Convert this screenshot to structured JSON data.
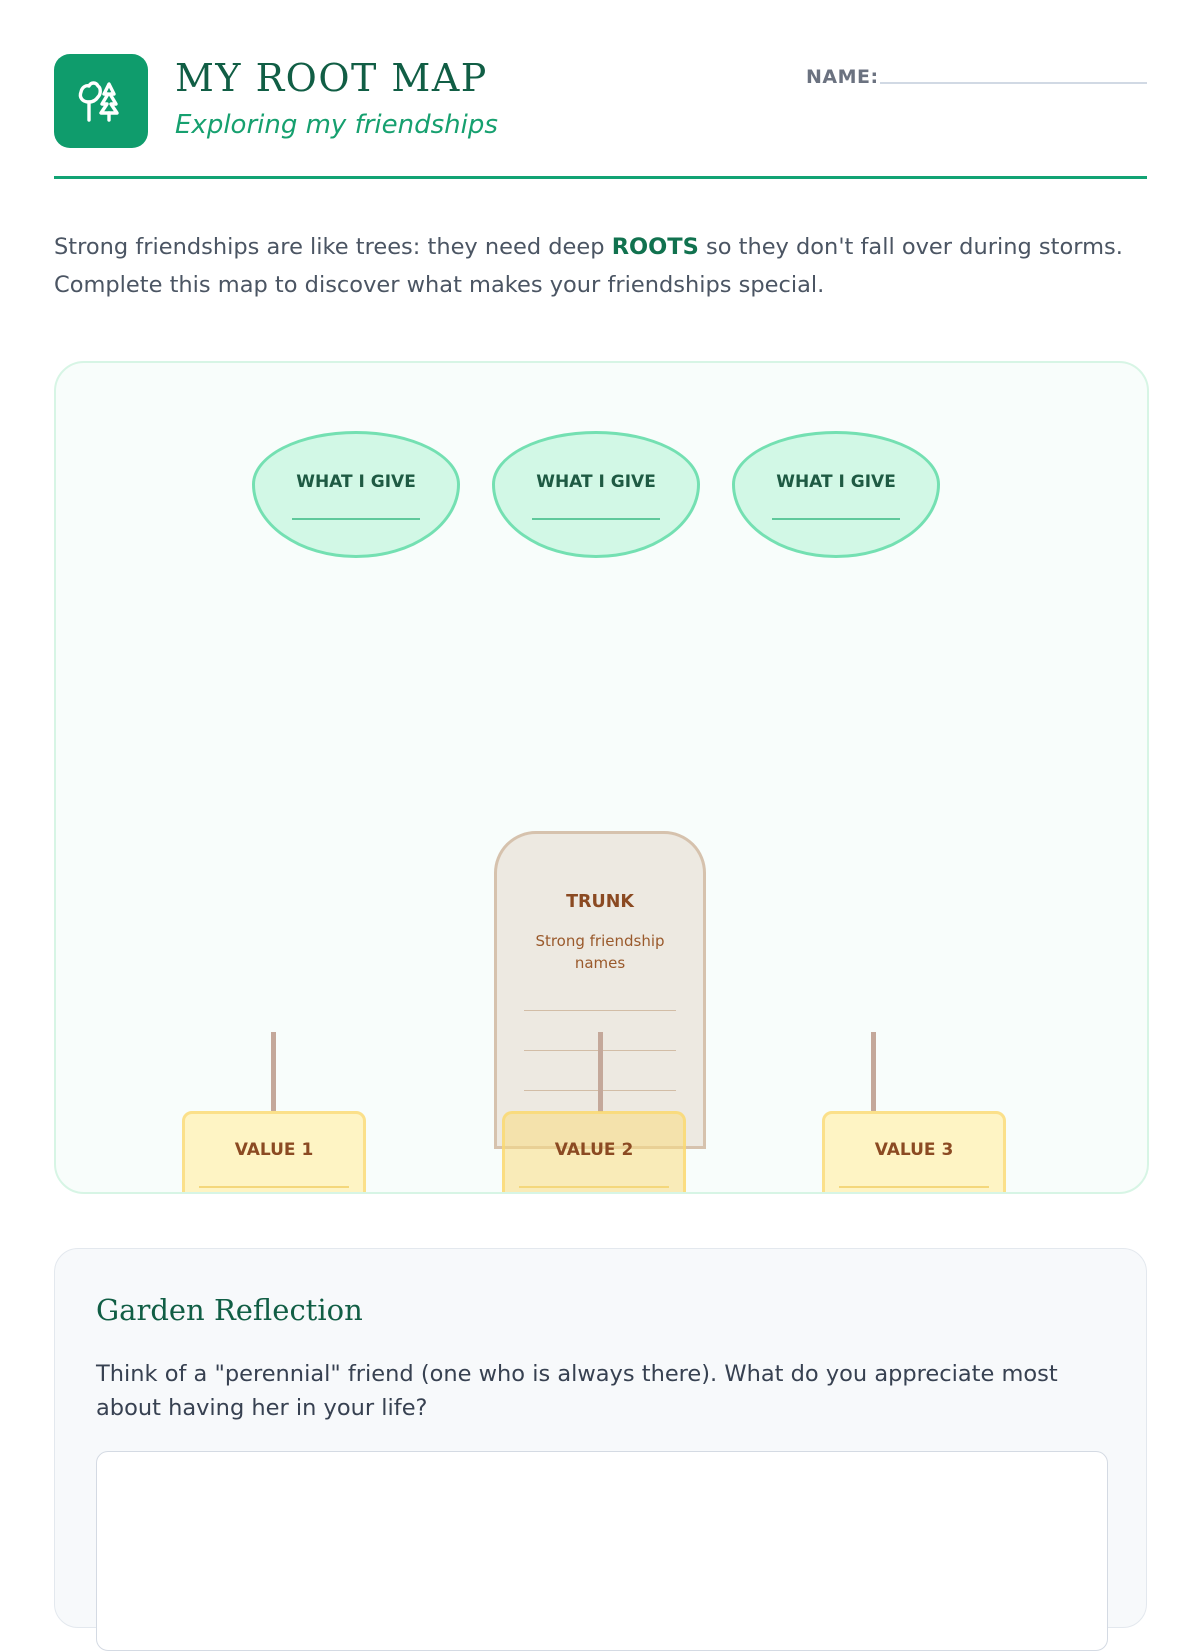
{
  "header": {
    "title": "MY ROOT MAP",
    "subtitle": "Exploring my friendships",
    "name_label": "NAME:",
    "logo_icon": "tree-icon"
  },
  "intro": {
    "text_before": "Strong friendships are like trees: they need deep ",
    "highlight": "ROOTS",
    "text_after": " so they don't fall over during storms. Complete this map to discover what makes your friendships special."
  },
  "map": {
    "leaves": [
      {
        "label": "WHAT I GIVE"
      },
      {
        "label": "WHAT I GIVE"
      },
      {
        "label": "WHAT I GIVE"
      }
    ],
    "trunk": {
      "title": "TRUNK",
      "subtitle": "Strong friendship names"
    },
    "values": [
      {
        "label": "VALUE 1"
      },
      {
        "label": "VALUE 2"
      },
      {
        "label": "VALUE 3"
      }
    ]
  },
  "reflection": {
    "title": "Garden Reflection",
    "question": "Think of a \"perennial\" friend (one who is always there). What do you appreciate most about having her in your life?"
  },
  "colors": {
    "primary_green": "#0f9c6c",
    "dark_green": "#115e45",
    "leaf_fill": "#d2f8e6",
    "trunk_fill": "#ede9e1",
    "value_fill": "#fef4c4"
  }
}
